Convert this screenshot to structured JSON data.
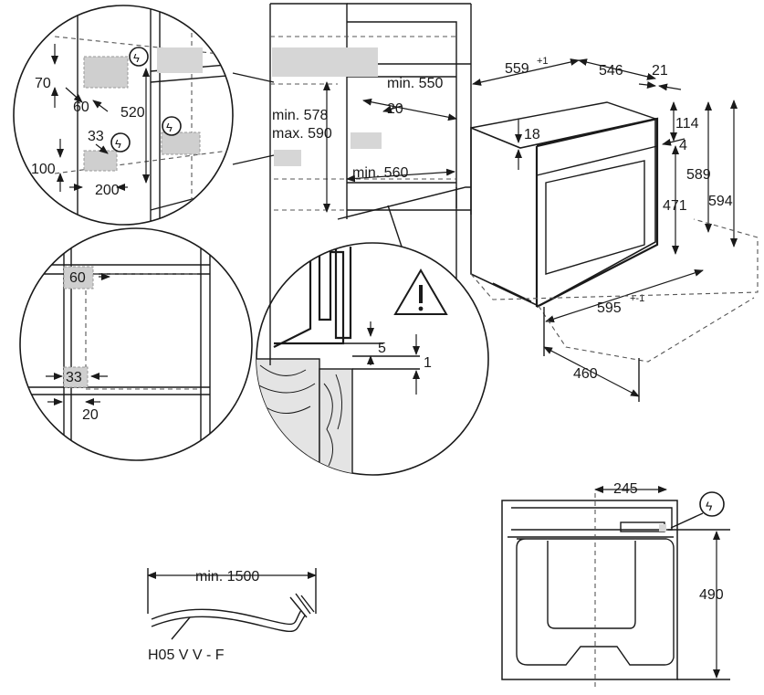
{
  "title": "Oven built-in installation dimensions",
  "detail_top_left": {
    "labels": [
      "70",
      "60",
      "520",
      "33",
      "100",
      "200"
    ]
  },
  "cabinet": {
    "labels": [
      "min. 578",
      "max. 590",
      "min. 550",
      "20",
      "min. 560"
    ]
  },
  "oven": {
    "labels": [
      "559",
      "+1",
      "546",
      "21",
      "114",
      "18",
      "4",
      "589",
      "594",
      "471",
      "595",
      "+-1",
      "460"
    ]
  },
  "detail_bottom_left": {
    "labels": [
      "60",
      "33",
      "20"
    ]
  },
  "detail_bottom_center": {
    "labels": [
      "5",
      "1"
    ]
  },
  "back_view": {
    "labels": [
      "245",
      "490"
    ]
  },
  "cable": {
    "length_label": "min. 1500",
    "type_label": "H05 V V - F"
  }
}
